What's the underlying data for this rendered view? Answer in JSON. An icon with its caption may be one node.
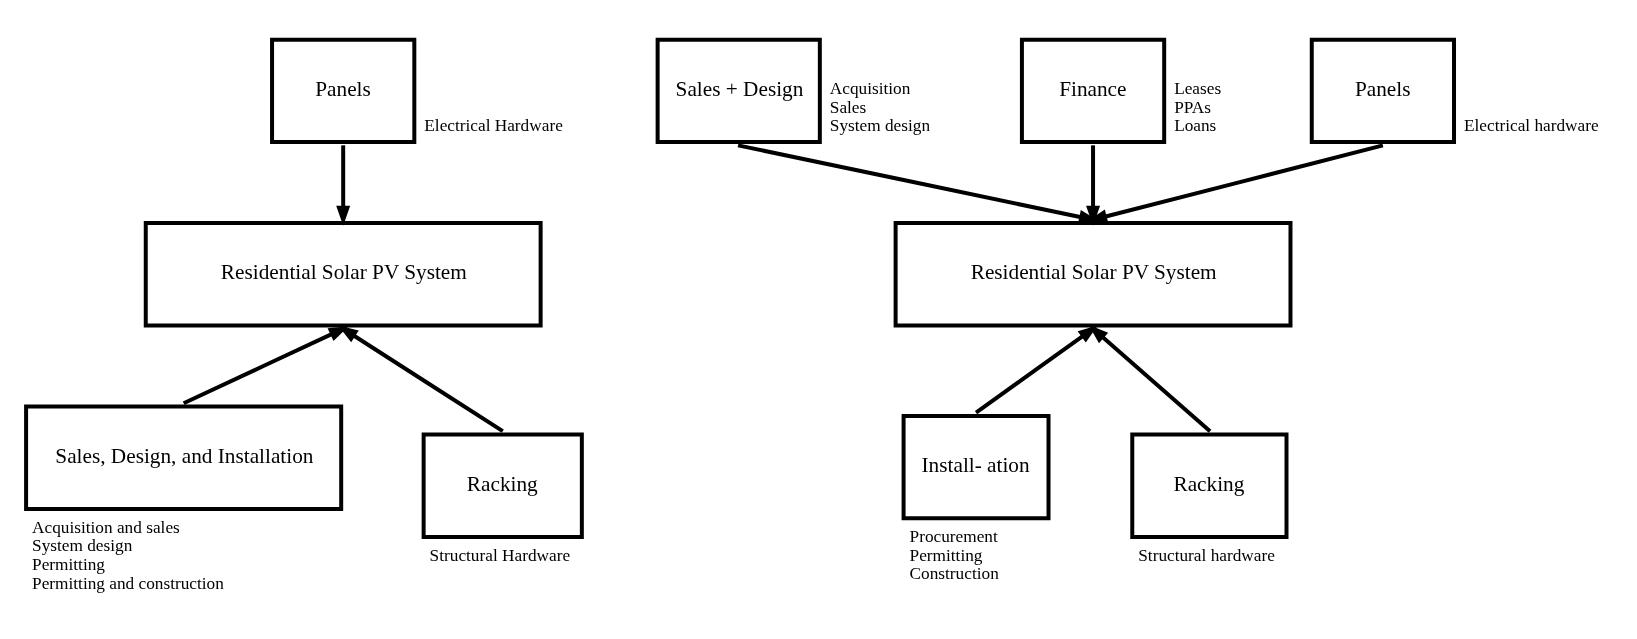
{
  "diagram": {
    "nodes": [
      {
        "text": [
          "Panels"
        ],
        "beside": [
          "Electrical Hardware"
        ]
      },
      {
        "text": [
          "Residential Solar PV System"
        ]
      },
      {
        "text": [
          "Sales, Design, and Installation"
        ],
        "beside": [
          "Acquisition and sales",
          "System design",
          "Permitting",
          "Permitting and construction"
        ]
      },
      {
        "text": [
          "Racking"
        ],
        "beside": [
          "Structural Hardware"
        ]
      },
      {
        "text": [
          "Sales + Design"
        ],
        "beside": [
          "Acquisition",
          "Sales",
          "System design"
        ]
      },
      {
        "text": [
          "Finance"
        ],
        "beside": [
          "Leases",
          "PPAs",
          "Loans"
        ]
      },
      {
        "text": [
          "Panels"
        ],
        "beside": [
          "Electrical hardware"
        ]
      },
      {
        "text": [
          "Residential Solar PV System"
        ]
      },
      {
        "text": [
          "Install- ation"
        ],
        "beside": [
          "Procurement",
          "Permitting",
          "Construction"
        ]
      },
      {
        "text": [
          "Racking"
        ],
        "beside": [
          "Structural hardware"
        ]
      }
    ],
    "edges": [
      {
        "from": 0,
        "to": 1,
        "arrow": "to"
      },
      {
        "from": 2,
        "to": 1,
        "arrow": "to"
      },
      {
        "from": 3,
        "to": 1,
        "arrow": "to"
      },
      {
        "from": 4,
        "to": 7,
        "arrow": "to"
      },
      {
        "from": 5,
        "to": 7,
        "arrow": "to"
      },
      {
        "from": 6,
        "to": 7,
        "arrow": "to"
      },
      {
        "from": 8,
        "to": 7,
        "arrow": "to"
      },
      {
        "from": 9,
        "to": 7,
        "arrow": "to"
      }
    ]
  }
}
